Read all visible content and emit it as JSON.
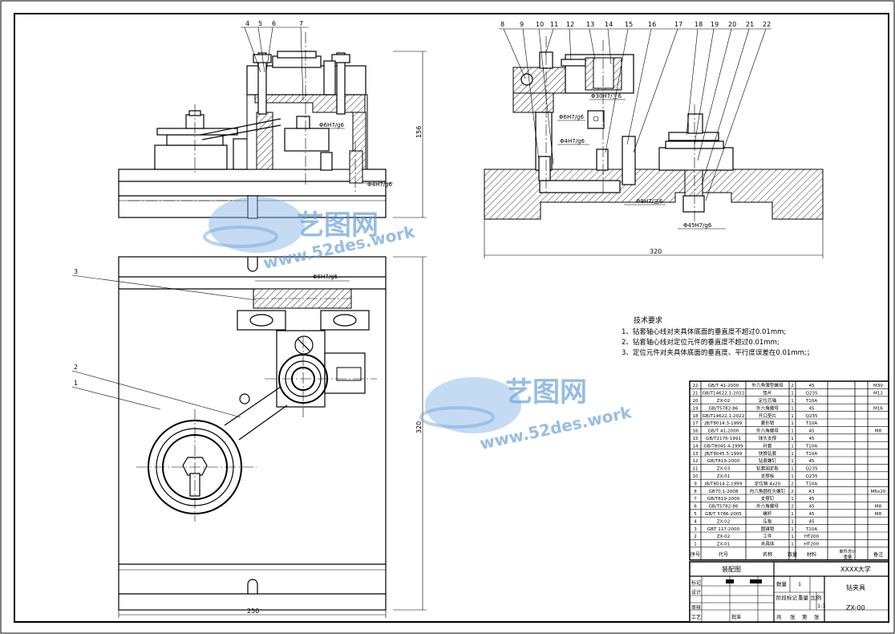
{
  "watermark": {
    "brand": "艺图网",
    "url": "www.52des.work"
  },
  "views": {
    "front": {
      "leaders": [
        "4",
        "5",
        "6",
        "7"
      ],
      "fits": [
        "Φ6H7/g6",
        "Φ4H7/g6"
      ],
      "height_dim": "156"
    },
    "side": {
      "leaders": [
        "8",
        "9",
        "10",
        "11",
        "12",
        "13",
        "14",
        "15",
        "16",
        "17",
        "18",
        "19",
        "20",
        "21",
        "22"
      ],
      "fits": [
        "Φ30H7/三6",
        "Φ6H7/g6",
        "Φ4H7/g6",
        "Φ8H7/三6",
        "Φ45H7/g6"
      ],
      "width_dim": "320"
    },
    "top": {
      "leaders": [
        "3",
        "2",
        "1"
      ],
      "fit": "Φ8H7/g6",
      "height_dim": "320",
      "width_dim": "250"
    }
  },
  "tech_requirements": {
    "title": "技术要求",
    "items": [
      "1、钻套轴心线对夹具体底面的垂直度不超过0.01mm;",
      "2、钻套轴心线对定位元件的垂直度不超过0.01mm;",
      "3、定位元件对夹具体底面的垂直度、平行度误差在0.01mm;；"
    ]
  },
  "parts_list": [
    {
      "no": "22",
      "code": "GB/T 41-2000",
      "name": "外六角薄型螺母",
      "qty": "2",
      "material": "45",
      "note": "M30"
    },
    {
      "no": "21",
      "code": "GB/T14622.1-2022",
      "name": "垫片",
      "qty": "1",
      "material": "Q235",
      "note": "M12"
    },
    {
      "no": "20",
      "code": "ZX-02",
      "name": "定位芯轴",
      "qty": "1",
      "material": "T10A",
      "note": ""
    },
    {
      "no": "19",
      "code": "GB/T5782-86",
      "name": "外六角螺母",
      "qty": "1",
      "material": "45",
      "note": "M16"
    },
    {
      "no": "18",
      "code": "GB/T14622.1-2022",
      "name": "开口垫片",
      "qty": "1",
      "material": "Q235",
      "note": ""
    },
    {
      "no": "17",
      "code": "JB/T8014.3-1999",
      "name": "菱形销",
      "qty": "1",
      "material": "T10A",
      "note": ""
    },
    {
      "no": "16",
      "code": "GB/T 41-2000",
      "name": "外六角螺母",
      "qty": "1",
      "material": "45",
      "note": "M8"
    },
    {
      "no": "15",
      "code": "GB/T2176-1991",
      "name": "球头支撑",
      "qty": "1",
      "material": "45",
      "note": ""
    },
    {
      "no": "14",
      "code": "GB/T8045.4-1999",
      "name": "衬套",
      "qty": "1",
      "material": "T10A",
      "note": ""
    },
    {
      "no": "13",
      "code": "JB/T8045.5-1999",
      "name": "快换钻套",
      "qty": "1",
      "material": "T10A",
      "note": ""
    },
    {
      "no": "12",
      "code": "GB/T819-2000",
      "name": "钻套螺钉",
      "qty": "1",
      "material": "45",
      "note": ""
    },
    {
      "no": "11",
      "code": "ZX-03",
      "name": "钻套固定板",
      "qty": "1",
      "material": "Q235",
      "note": ""
    },
    {
      "no": "10",
      "code": "ZX-01",
      "name": "支撑板",
      "qty": "1",
      "material": "Q235",
      "note": ""
    },
    {
      "no": "9",
      "code": "JB/T8014.2-1999",
      "name": "定位销 4x20",
      "qty": "2",
      "material": "T10A",
      "note": ""
    },
    {
      "no": "8",
      "code": "GB70.1-2008",
      "name": "内六角圆柱头螺钉",
      "qty": "2",
      "material": "A3",
      "note": "M6x20"
    },
    {
      "no": "7",
      "code": "GB/T819-2000",
      "name": "支撑钉",
      "qty": "1",
      "material": "45",
      "note": ""
    },
    {
      "no": "6",
      "code": "GB/T5782-86",
      "name": "外六角螺母",
      "qty": "2",
      "material": "45",
      "note": "M8"
    },
    {
      "no": "5",
      "code": "GB/T 5786-2005",
      "name": "螺杆",
      "qty": "1",
      "material": "45",
      "note": "M8"
    },
    {
      "no": "4",
      "code": "ZX-02",
      "name": "压板",
      "qty": "1",
      "material": "45",
      "note": ""
    },
    {
      "no": "3",
      "code": "GBT 117-2000",
      "name": "圆锥销",
      "qty": "1",
      "material": "T10A",
      "note": ""
    },
    {
      "no": "2",
      "code": "ZX-02",
      "name": "工件",
      "qty": "1",
      "material": "HT200",
      "note": ""
    },
    {
      "no": "1",
      "code": "ZX-01",
      "name": "夹具体",
      "qty": "1",
      "material": "HT200",
      "note": ""
    }
  ],
  "parts_header": {
    "no": "序号",
    "code": "代号",
    "name": "名称",
    "qty": "数量",
    "material": "材料",
    "weight": "单件总计",
    "weight2": "重量",
    "note": "备注"
  },
  "title_block": {
    "drawing_name": "装配图",
    "school": "XXXX大学",
    "product": "钻夹具",
    "drawing_no": "ZX-00",
    "qty_label": "数量",
    "qty": "1",
    "scale_label": "比例",
    "scale": "1:1",
    "weight_label": "重量",
    "stage_label": "阶段标记",
    "design_label": "设计",
    "check_label": "审核",
    "process_label": "工艺",
    "approve_label": "批准",
    "mark_label": "标记",
    "count_label": "处数",
    "sheet_total": "共",
    "sheet_label": "张",
    "sheet_no": "第",
    "sheet_label2": "张"
  }
}
